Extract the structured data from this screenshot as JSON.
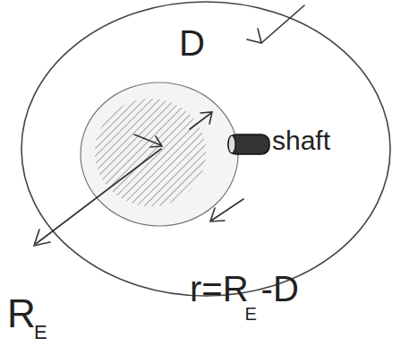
{
  "diagram": {
    "labels": [
      "D",
      "shaft",
      "R",
      "E",
      "r=R",
      "-D",
      "E"
    ]
  }
}
